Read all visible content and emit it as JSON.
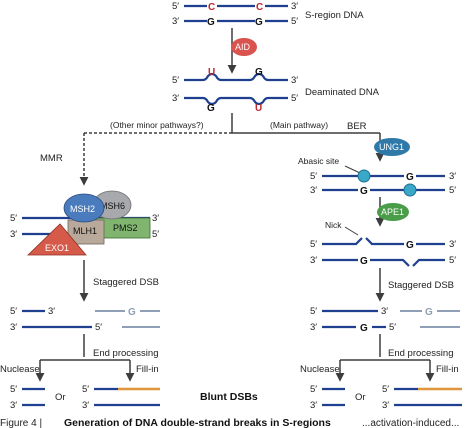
{
  "colors": {
    "strand": "#1f3f8f",
    "red_base": "#c0282d",
    "arrow": "#3d3d3d",
    "aid": "#d9534f",
    "ung1": "#2f79a8",
    "ape1": "#4a9d48",
    "msh2": "#4a7bbd",
    "msh6": "#a7a9ac",
    "mlh1": "#b9a99a",
    "pms2": "#7fb56e",
    "exo1": "#d65a4a",
    "fill_in": "#e0963a",
    "faded": "#8f9fb5"
  },
  "labels": {
    "s_region": "S-region DNA",
    "deaminated": "Deaminated DNA",
    "minor": "(Other minor pathways?)",
    "main": "(Main pathway)",
    "ber": "BER",
    "mmr": "MMR",
    "abasic": "Abasic site",
    "nick": "Nick",
    "staggered_left": "Staggered DSB",
    "staggered_right": "Staggered DSB",
    "end_left": "End processing",
    "end_right": "End processing",
    "nuclease_left": "Nuclease",
    "fillin_left": "Fill-in",
    "nuclease_right": "Nuclease",
    "fillin_right": "Fill-in",
    "or_left": "Or",
    "or_right": "Or",
    "blunt": "Blunt DSBs",
    "caption_prefix": "Figure 4 |",
    "caption_bold": "Generation of DNA double-strand breaks in S-regions",
    "caption_tail": "...activation-induced..."
  },
  "enzymes": {
    "aid": "AID",
    "ung1": "UNG1",
    "ape1": "APE1",
    "msh2": "MSH2",
    "msh6": "MSH6",
    "mlh1": "MLH1",
    "pms2": "PMS2",
    "exo1": "EXO1"
  },
  "bases": {
    "c": "C",
    "g": "G",
    "u": "U"
  },
  "primes": {
    "five": "5′",
    "three": "3′"
  }
}
